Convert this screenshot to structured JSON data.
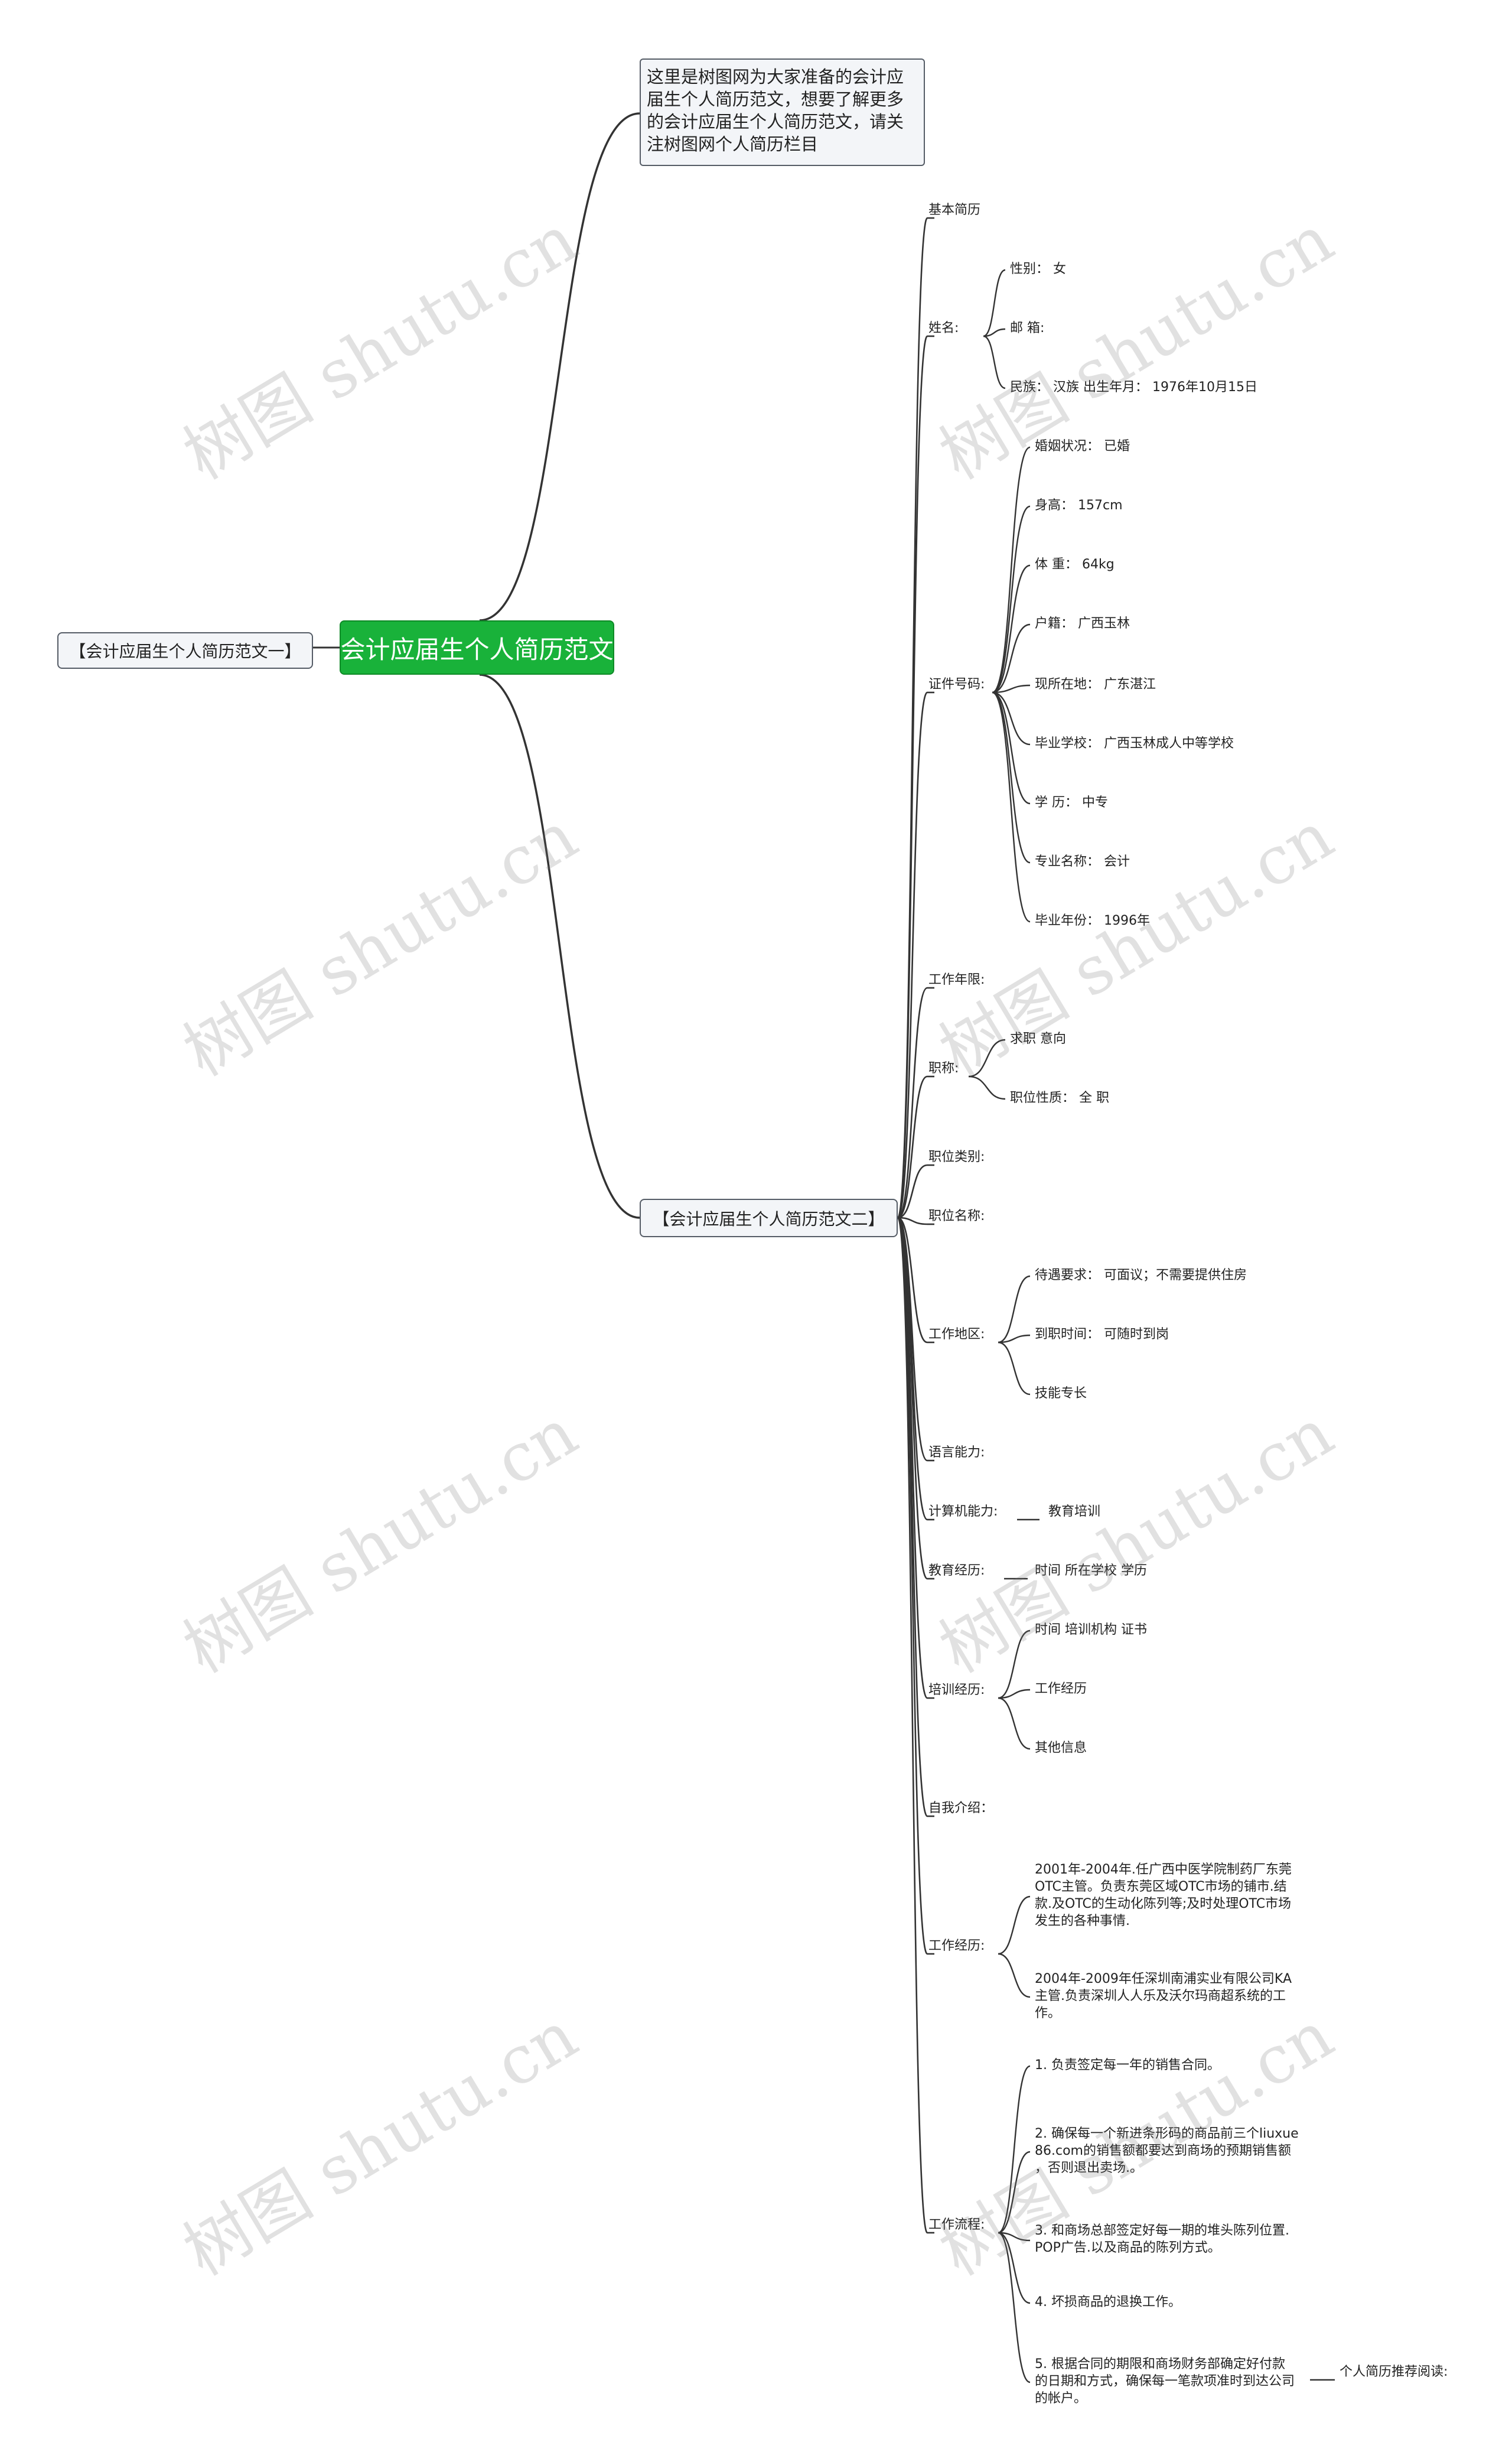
{
  "root": {
    "label": "会计应届生个人简历范文"
  },
  "left_branch": {
    "label": "【会计应届生个人简历范文一】"
  },
  "intro_note": {
    "text": "这里是树图网为大家准备的会计应\n届生个人简历范文，想要了解更多\n的会计应届生个人简历范文，请关\n注树图网个人简历栏目"
  },
  "branch2": {
    "label": "【会计应届生个人简历范文二】"
  },
  "sections": {
    "basic": "基本简历",
    "name": "姓名:",
    "name_children": [
      "性别： 女",
      "邮 箱:",
      "民族： 汉族 出生年月： 1976年10月15日"
    ],
    "id": "证件号码:",
    "id_children": [
      "婚姻状况： 已婚",
      "身高： 157cm",
      "体 重： 64kg",
      "户籍： 广西玉林",
      "现所在地： 广东湛江",
      "毕业学校： 广西玉林成人中等学校",
      "学 历： 中专",
      "专业名称： 会计",
      "毕业年份： 1996年"
    ],
    "work_years": "工作年限:",
    "title": "职称:",
    "title_children": [
      "求职 意向",
      "职位性质： 全 职"
    ],
    "job_category": "职位类别:",
    "job_name": "职位名称:",
    "work_area": "工作地区:",
    "work_area_children": [
      "待遇要求： 可面议；不需要提供住房",
      "到职时间： 可随时到岗",
      "技能专长"
    ],
    "language": "语言能力:",
    "computer": "计算机能力:",
    "computer_child": "教育培训",
    "education": "教育经历:",
    "education_child": "时间 所在学校 学历",
    "training": "培训经历:",
    "training_children": [
      "时间 培训机构 证书",
      "工作经历",
      "其他信息"
    ],
    "self_intro": "自我介绍：",
    "experience": "工作经历:",
    "experience_children": [
      "2001年-2004年.任广西中医学院制药厂东莞\nOTC主管。负责东莞区域OTC市场的铺市.结\n款.及OTC的生动化陈列等;及时处理OTC市场\n发生的各种事情.",
      "2004年-2009年任深圳南浦实业有限公司KA\n主管.负责深圳人人乐及沃尔玛商超系统的工\n作。"
    ],
    "process": "工作流程:",
    "process_children": [
      "1. 负责签定每一年的销售合同。",
      "2. 确保每一个新进条形码的商品前三个liuxue\n86.com的销售额都要达到商场的预期销售额\n，否则退出卖场.。",
      "3. 和商场总部签定好每一期的堆头陈列位置.\nPOP广告.以及商品的陈列方式。",
      "4. 坏损商品的退换工作。",
      "5. 根据合同的期限和商场财务部确定好付款\n的日期和方式，确保每一笔款项准时到达公司\n的帐户。"
    ],
    "process_tail": "个人简历推荐阅读:"
  },
  "watermark": "树图 shutu.cn",
  "colors": {
    "root_fill": "#19b23a",
    "line": "#333333",
    "box_fill": "#f3f5f8"
  }
}
